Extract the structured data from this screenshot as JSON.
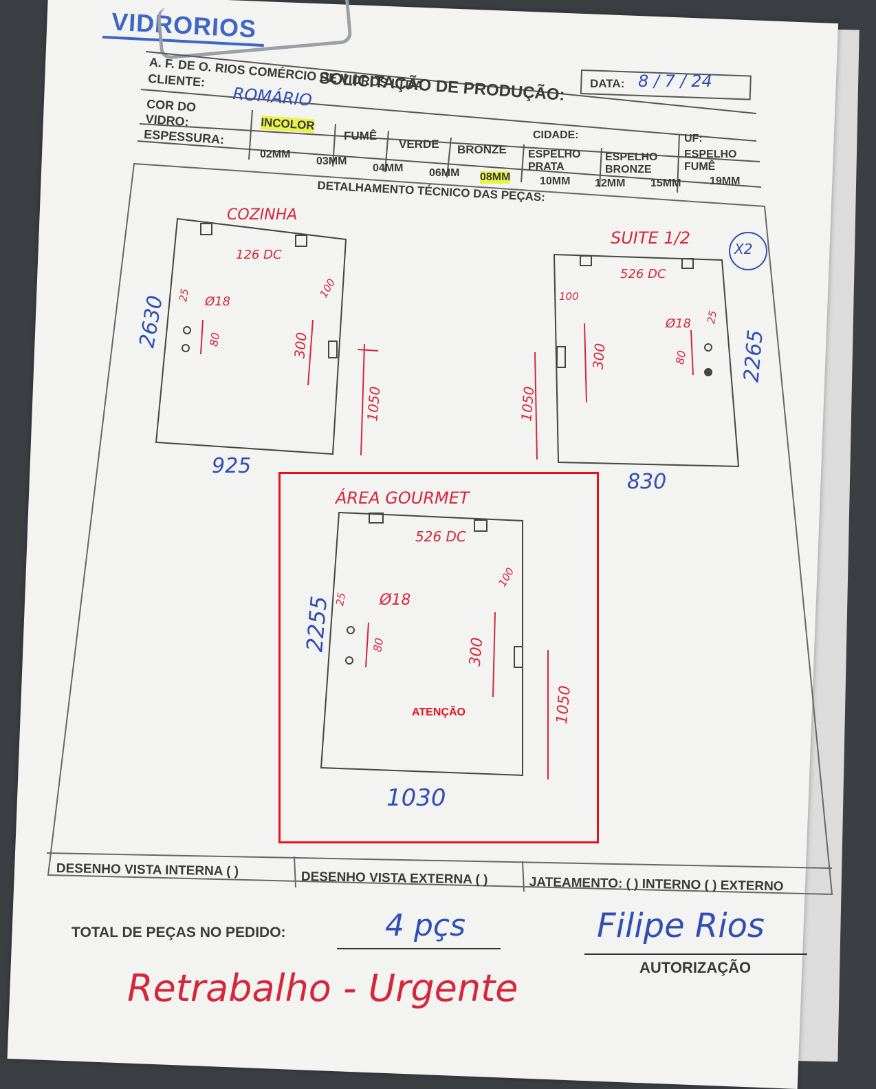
{
  "header": {
    "logo_text": "VIDRORIOS",
    "title": "SOLICITAÇÃO DE PRODUÇÃO:",
    "company": "A. F. DE O. RIOS COMÉRCIO DE VIDROS LTDA",
    "date_label": "DATA:",
    "date_value": "8 / 7 / 24",
    "client_label": "CLIENTE:",
    "client_value": "ROMÁRIO",
    "city_label": "CIDADE:",
    "uf_label": "UF:"
  },
  "glass": {
    "color_label": "COR DO VIDRO:",
    "colors": [
      "INCOLOR",
      "FUMÊ",
      "VERDE",
      "BRONZE",
      "ESPELHO PRATA",
      "ESPELHO BRONZE",
      "ESPELHO FUMÊ"
    ],
    "selected_color": "INCOLOR",
    "thickness_label": "ESPESSURA:",
    "thicknesses": [
      "02MM",
      "03MM",
      "04MM",
      "06MM",
      "08MM",
      "10MM",
      "12MM",
      "15MM",
      "19MM"
    ],
    "selected_thickness": "08MM"
  },
  "technical": {
    "section_title": "DETALHAMENTO TÉCNICO DAS PEÇAS:",
    "pieces": [
      {
        "name": "COZINHA",
        "width": "925",
        "height": "2630",
        "code": "126 DC",
        "hole": "Ø18",
        "offset_top": "25",
        "spacing": "80",
        "handle": "300",
        "handle_offset": "100",
        "lock_height": "1050"
      },
      {
        "name": "SUITE 1/2",
        "qty": "X2",
        "width": "830",
        "height": "2265",
        "code": "526 DC",
        "hole": "Ø18",
        "offset_top": "25",
        "spacing": "80",
        "handle": "300",
        "handle_offset": "100",
        "lock_height": "1050"
      },
      {
        "name": "ÁREA GOURMET",
        "width": "1030",
        "height": "2255",
        "code": "526 DC",
        "hole": "Ø18",
        "offset_top": "25",
        "spacing": "80",
        "handle": "300",
        "handle_offset": "100",
        "lock_height": "1050"
      }
    ],
    "attention_label": "ATENÇÃO"
  },
  "footer": {
    "internal_view": "DESENHO VISTA INTERNA ( )",
    "external_view": "DESENHO VISTA EXTERNA ( )",
    "sandblasting": "JATEAMENTO: ( ) INTERNO ( ) EXTERNO",
    "total_label": "TOTAL DE PEÇAS NO PEDIDO:",
    "total_value": "4 pçs",
    "signature": "Filipe Rios",
    "authorization_label": "AUTORIZAÇÃO",
    "note": "Retrabalho - Urgente"
  },
  "colors": {
    "blue_ink": "#2f4fb3",
    "red_ink": "#d4283a",
    "highlight": "#eaf34a",
    "attention_box": "#e8101a"
  }
}
